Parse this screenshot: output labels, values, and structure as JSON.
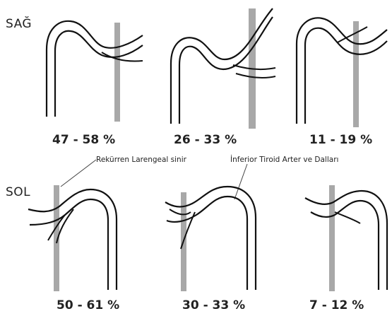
{
  "sides": {
    "right": "SAĞ",
    "left": "SOL"
  },
  "annotations": {
    "nerve": "Rekürren Larengeal sinir",
    "artery": "İnferior Tiroid Arter ve Dalları"
  },
  "percentages": {
    "right": [
      "47 - 58 %",
      "26 - 33 %",
      "11 - 19 %"
    ],
    "left": [
      "50 - 61 %",
      "30 - 33 %",
      "7 - 12 %"
    ]
  },
  "colors": {
    "nerve_stroke": "#111111",
    "artery_fill": "#a8a8a8",
    "leader_line": "#444444"
  }
}
